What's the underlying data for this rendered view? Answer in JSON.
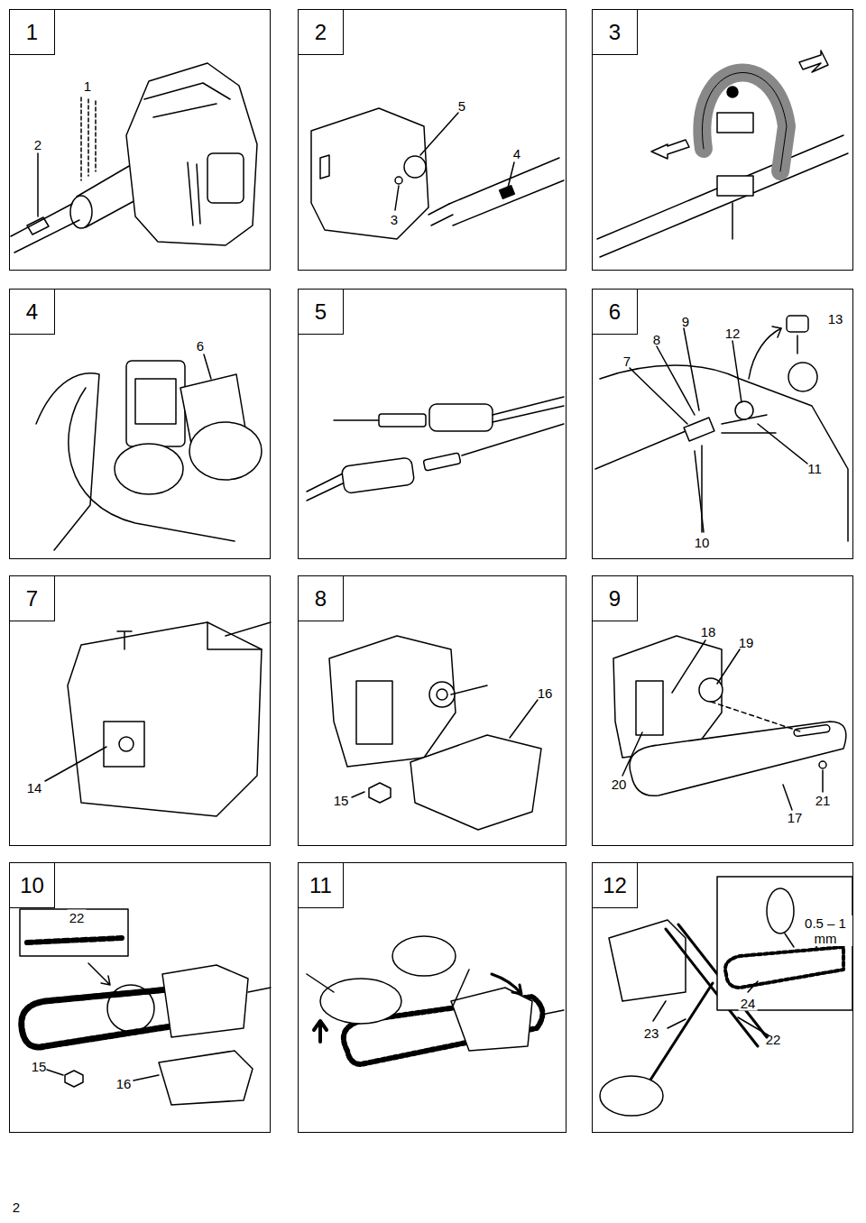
{
  "diagram": {
    "nodes": [
      {
        "text": [
          "1"
        ]
      },
      {
        "text": [
          "2"
        ]
      },
      {
        "text": [
          "3"
        ]
      },
      {
        "text": [
          "4"
        ]
      },
      {
        "text": [
          "5"
        ]
      },
      {
        "text": [
          "6"
        ]
      },
      {
        "text": [
          "7"
        ]
      },
      {
        "text": [
          "8"
        ]
      },
      {
        "text": [
          "9"
        ]
      },
      {
        "text": [
          "10"
        ]
      },
      {
        "text": [
          "11"
        ]
      },
      {
        "text": [
          "12"
        ]
      }
    ],
    "labels": [
      "1",
      "2",
      "5",
      "4",
      "3",
      "6",
      "9",
      "13",
      "8",
      "12",
      "7",
      "11",
      "10",
      "14",
      "16",
      "15",
      "18",
      "19",
      "20",
      "21",
      "17",
      "22",
      "15",
      "16",
      "0.5 – 1 mm",
      "24",
      "23",
      "22",
      "2"
    ]
  }
}
